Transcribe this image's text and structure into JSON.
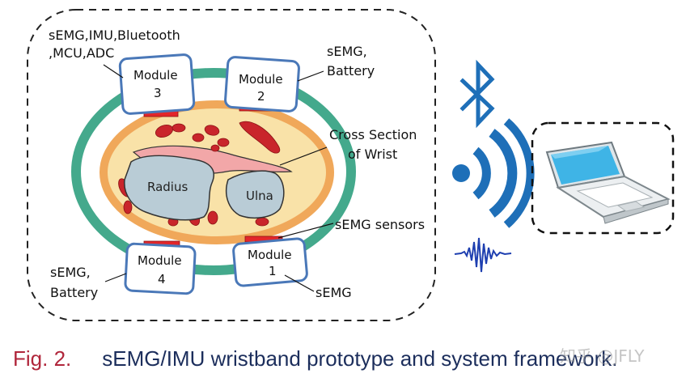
{
  "colors": {
    "band": "#44a98c",
    "tissue": "#f9e2a8",
    "tissue_edge": "#f0a85a",
    "bone": "#b9ccd6",
    "muscle": "#c9252b",
    "tendon": "#f2a7a8",
    "module_border": "#4a78b8",
    "sensor": "#e3262a",
    "bluetooth": "#1e6fb8",
    "caption_fig": "#b0263b",
    "caption_text": "#1c2e5c"
  },
  "labels": {
    "module3_components": "sEMG,IMU,Bluetooth",
    "module3_components_2": ",MCU,ADC",
    "module2_components": "sEMG,",
    "module2_components_2": "Battery",
    "cross_section": "Cross Section",
    "cross_section_2": "of Wrist",
    "sensors": "sEMG sensors",
    "module4_components": "sEMG,",
    "module4_components_2": "Battery",
    "module1_components": "sEMG"
  },
  "modules": [
    {
      "id": "module-3",
      "line1": "Module",
      "line2": "3"
    },
    {
      "id": "module-2",
      "line1": "Module",
      "line2": "2"
    },
    {
      "id": "module-4",
      "line1": "Module",
      "line2": "4"
    },
    {
      "id": "module-1",
      "line1": "Module",
      "line2": "1"
    }
  ],
  "bones": {
    "radius": "Radius",
    "ulna": "Ulna"
  },
  "icons": [
    "bluetooth-icon",
    "wireless-signal-icon",
    "emg-waveform-icon",
    "laptop-icon"
  ],
  "caption": {
    "fig": "Fig. 2.",
    "text": "sEMG/IMU wristband prototype and system framework."
  },
  "watermark": "知乎 @JFLY"
}
